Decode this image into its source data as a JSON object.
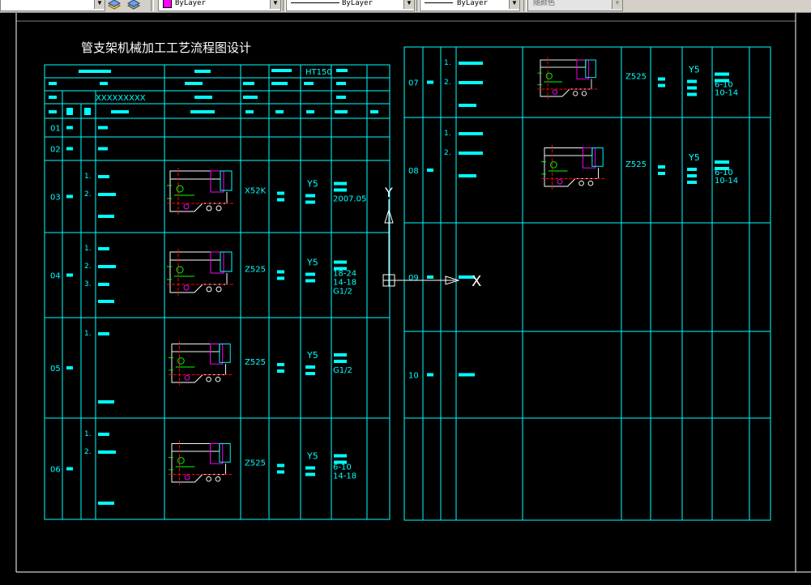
{
  "toolbar": {
    "layer_value": "ByLayer",
    "linetype_value": "ByLayer",
    "lineweight_value": "ByLayer",
    "plotstyle_value": "随颜色",
    "colors": {
      "swatch": "#ff00ff"
    }
  },
  "drawing": {
    "title": "管支架机械加工工艺流程图设计",
    "material": "HT150",
    "part_no": "XXXXXXXXX",
    "ucs": {
      "x_label": "X",
      "y_label": "Y"
    },
    "colors": {
      "frame": "#00ffff",
      "text": "#00ffff",
      "title": "#ffffff",
      "line": "#ffffff"
    }
  },
  "left_table": {
    "rows": [
      {
        "no": "01",
        "steps": [],
        "machine": "",
        "spec": [],
        "date": []
      },
      {
        "no": "02",
        "steps": [],
        "machine": "",
        "spec": [],
        "date": []
      },
      {
        "no": "03",
        "steps": [
          "1.",
          "2."
        ],
        "machine": "X52K",
        "spec": [
          "Y5"
        ],
        "date": [
          "2007.05"
        ]
      },
      {
        "no": "04",
        "steps": [
          "1.",
          "2.",
          "3."
        ],
        "machine": "Z525",
        "spec": [
          "Y5"
        ],
        "date": [
          "18-24",
          "14-18",
          "G1/2"
        ]
      },
      {
        "no": "05",
        "steps": [
          "1."
        ],
        "machine": "Z525",
        "spec": [
          "Y5"
        ],
        "date": [
          "G1/2"
        ]
      },
      {
        "no": "06",
        "steps": [
          "1.",
          "2."
        ],
        "machine": "Z525",
        "spec": [
          "Y5"
        ],
        "date": [
          "6-10",
          "14-18"
        ]
      }
    ]
  },
  "right_table": {
    "rows": [
      {
        "no": "07",
        "steps": [
          "1.",
          "2."
        ],
        "machine": "Z525",
        "spec": [
          "Y5"
        ],
        "date": [
          "6-10",
          "10-14"
        ]
      },
      {
        "no": "08",
        "steps": [
          "1.",
          "2."
        ],
        "machine": "Z525",
        "spec": [
          "Y5"
        ],
        "date": [
          "6-10",
          "10-14"
        ]
      },
      {
        "no": "09",
        "steps": [],
        "machine": "",
        "spec": [],
        "date": []
      },
      {
        "no": "10",
        "steps": [],
        "machine": "",
        "spec": [],
        "date": []
      }
    ]
  }
}
